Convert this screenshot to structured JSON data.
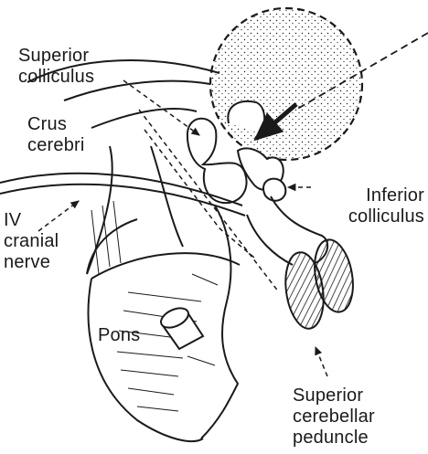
{
  "figure": {
    "labels": {
      "superior_colliculus": [
        "Superior",
        "colliculus"
      ],
      "crus_cerebri": [
        "Crus",
        "cerebri"
      ],
      "iv_cranial_nerve": [
        "IV",
        "cranial",
        "nerve"
      ],
      "inferior_colliculus": [
        "Inferior",
        "colliculus"
      ],
      "pons": "Pons",
      "superior_cerebellar_peduncle": [
        "Superior",
        "cerebellar",
        "peduncle"
      ]
    },
    "colors": {
      "ink": "#1a1a1a",
      "paper": "#ffffff"
    }
  }
}
